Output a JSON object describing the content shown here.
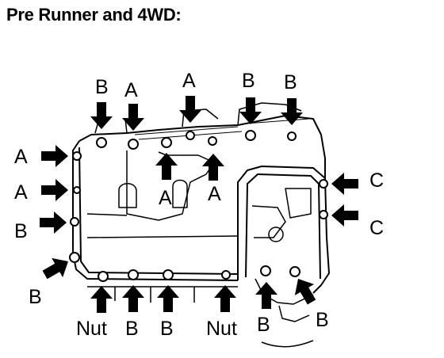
{
  "title": "Pre Runner and 4WD:",
  "callouts": [
    {
      "id": "b-top-1",
      "text": "B"
    },
    {
      "id": "a-top-1",
      "text": "A"
    },
    {
      "id": "a-top-2",
      "text": "A"
    },
    {
      "id": "b-top-2",
      "text": "B"
    },
    {
      "id": "b-top-3",
      "text": "B"
    },
    {
      "id": "a-left-1",
      "text": "A"
    },
    {
      "id": "a-left-2",
      "text": "A"
    },
    {
      "id": "b-left-1",
      "text": "B"
    },
    {
      "id": "b-left-2",
      "text": "B"
    },
    {
      "id": "a-mid-1",
      "text": "A"
    },
    {
      "id": "a-mid-2",
      "text": "A"
    },
    {
      "id": "c-right-1",
      "text": "C"
    },
    {
      "id": "c-right-2",
      "text": "C"
    },
    {
      "id": "nut-bottom-1",
      "text": "Nut"
    },
    {
      "id": "b-bottom-1",
      "text": "B"
    },
    {
      "id": "b-bottom-2",
      "text": "B"
    },
    {
      "id": "nut-bottom-2",
      "text": "Nut"
    },
    {
      "id": "b-bottom-3",
      "text": "B"
    },
    {
      "id": "b-bottom-4",
      "text": "B"
    }
  ]
}
